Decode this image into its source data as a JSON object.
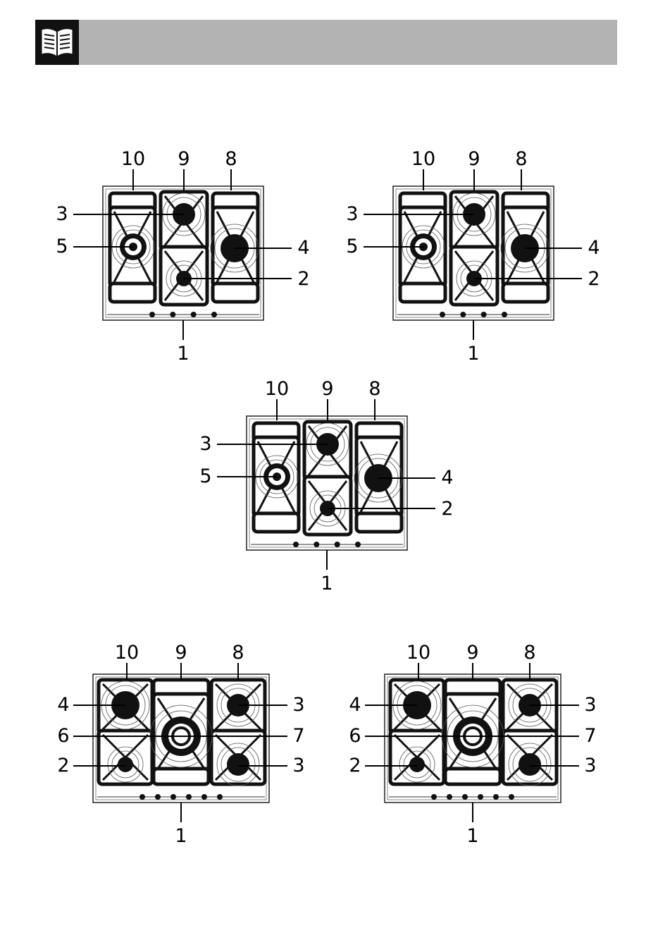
{
  "header": {
    "icon": "open-book-icon",
    "accent": "#b3b3b3"
  },
  "hobs": [
    {
      "id": "hob-a",
      "labels": {
        "top": [
          "10",
          "9",
          "8"
        ],
        "left": [
          "3",
          "5"
        ],
        "right": [
          "4",
          "2"
        ],
        "bottom": "1"
      }
    },
    {
      "id": "hob-b",
      "labels": {
        "top": [
          "10",
          "9",
          "8"
        ],
        "left": [
          "3",
          "5"
        ],
        "right": [
          "4",
          "2"
        ],
        "bottom": "1"
      }
    },
    {
      "id": "hob-c",
      "labels": {
        "top": [
          "10",
          "9",
          "8"
        ],
        "left": [
          "3",
          "5"
        ],
        "right": [
          "4",
          "2"
        ],
        "bottom": "1"
      }
    },
    {
      "id": "hob-d",
      "labels": {
        "top": [
          "10",
          "9",
          "8"
        ],
        "left": [
          "4",
          "6",
          "2"
        ],
        "right": [
          "3",
          "7",
          "3"
        ],
        "bottom": "1"
      }
    },
    {
      "id": "hob-e",
      "labels": {
        "top": [
          "10",
          "9",
          "8"
        ],
        "left": [
          "4",
          "6",
          "2"
        ],
        "right": [
          "3",
          "7",
          "3"
        ],
        "bottom": "1"
      }
    }
  ]
}
